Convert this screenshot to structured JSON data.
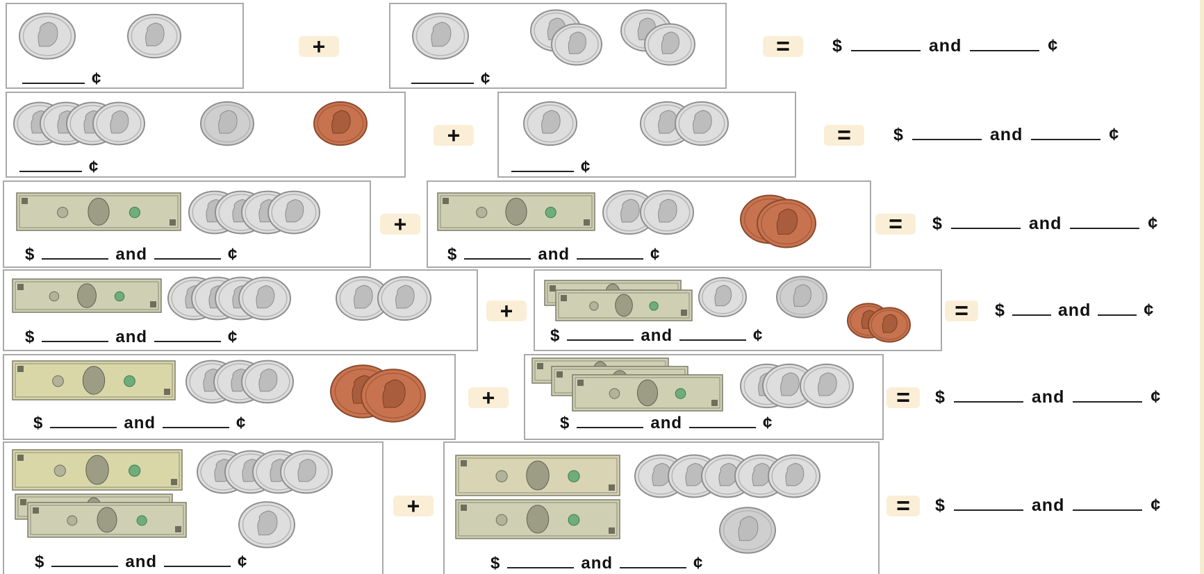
{
  "symbols": {
    "dollar": "$",
    "and": "and",
    "cent": "¢",
    "plus": "+",
    "equals": "="
  },
  "problems": [
    {
      "row": 1,
      "left_coins": [
        "half-dollar",
        "quarter"
      ],
      "right_coins": [
        "half-dollar",
        "quarter",
        "quarter",
        "quarter",
        "quarter"
      ],
      "left_label": "cents",
      "right_label": "cents"
    },
    {
      "row": 2,
      "left_coins": [
        "quarter",
        "quarter",
        "quarter",
        "quarter",
        "nickel",
        "penny"
      ],
      "right_coins": [
        "quarter",
        "quarter",
        "quarter"
      ],
      "left_label": "cents",
      "right_label": "cents"
    },
    {
      "row": 3,
      "left_bills": [
        "one-dollar"
      ],
      "left_coins": [
        "quarter",
        "quarter",
        "quarter",
        "quarter"
      ],
      "right_bills": [
        "one-dollar"
      ],
      "right_coins": [
        "quarter",
        "quarter",
        "penny",
        "penny"
      ],
      "left_label": "dollars-and-cents",
      "right_label": "dollars-and-cents"
    },
    {
      "row": 4,
      "left_bills": [
        "one-dollar"
      ],
      "left_coins": [
        "quarter",
        "quarter",
        "quarter",
        "quarter",
        "quarter",
        "quarter"
      ],
      "right_bills": [
        "one-dollar",
        "one-dollar"
      ],
      "right_coins": [
        "quarter",
        "nickel",
        "penny",
        "penny"
      ],
      "left_label": "dollars-and-cents",
      "right_label": "dollars-and-cents"
    },
    {
      "row": 5,
      "left_bills": [
        "five-dollar"
      ],
      "left_coins": [
        "quarter",
        "quarter",
        "quarter",
        "penny",
        "penny"
      ],
      "right_bills": [
        "one-dollar",
        "one-dollar",
        "one-dollar"
      ],
      "right_coins": [
        "quarter",
        "quarter",
        "quarter"
      ],
      "left_label": "dollars-and-cents",
      "right_label": "dollars-and-cents"
    },
    {
      "row": 6,
      "left_bills": [
        "five-dollar",
        "one-dollar",
        "one-dollar"
      ],
      "left_coins": [
        "quarter",
        "quarter",
        "quarter",
        "quarter",
        "quarter"
      ],
      "right_bills": [
        "ten-dollar",
        "one-dollar"
      ],
      "right_coins": [
        "quarter",
        "quarter",
        "quarter",
        "quarter",
        "quarter",
        "nickel"
      ],
      "left_label": "dollars-and-cents",
      "right_label": "dollars-and-cents"
    }
  ],
  "colors": {
    "box_border": "#a9a9a9",
    "operator_bg": "#fbeed6",
    "silver": "#d9d9d9",
    "copper": "#c8734f",
    "bill_green": "#c9c9a0"
  }
}
